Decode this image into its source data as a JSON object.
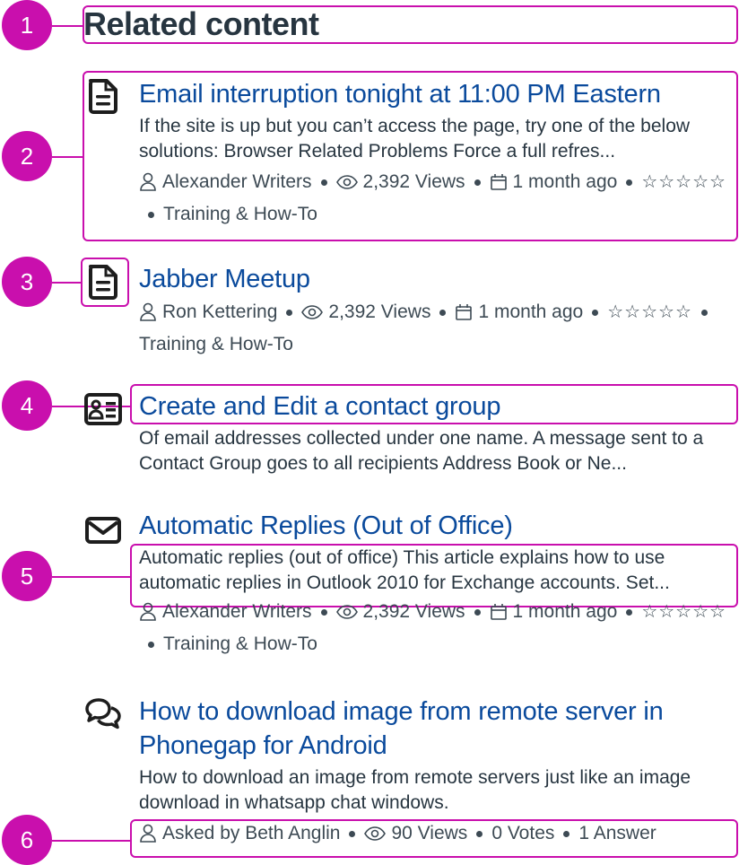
{
  "heading": "Related content",
  "callouts": [
    "1",
    "2",
    "3",
    "4",
    "5",
    "6"
  ],
  "colors": {
    "accent": "#c90fad",
    "link": "#0a4a9c",
    "text": "#273540"
  },
  "items": [
    {
      "type_icon": "document-icon",
      "title": "Email interruption tonight at 11:00 PM Eastern",
      "description": "If the site is up but you can’t access the page, try one of the below solutions: Browser Related Problems Force a full refres...",
      "author": "Alexander Writers",
      "views": "2,392 Views",
      "date": "1 month ago",
      "rating": "☆☆☆☆☆",
      "category": "Training & How-To"
    },
    {
      "type_icon": "document-icon",
      "title": "Jabber Meetup",
      "author": "Ron Kettering",
      "views": "2,392 Views",
      "date": "1 month ago",
      "rating": "☆☆☆☆☆",
      "category": "Training & How-To"
    },
    {
      "type_icon": "contact-card-icon",
      "title": "Create and Edit a contact group",
      "description": "Of email addresses collected under one name. A message sent to a Contact Group goes to all recipients Address Book or Ne..."
    },
    {
      "type_icon": "envelope-icon",
      "title": "Automatic Replies (Out of Office)",
      "description": "Automatic replies (out of office) This article explains how to use automatic replies in Outlook 2010 for Exchange accounts. Set...",
      "author": "Alexander Writers",
      "views": "2,392 Views",
      "date": "1 month ago",
      "rating": "☆☆☆☆☆",
      "category": "Training & How-To"
    },
    {
      "type_icon": "chat-bubbles-icon",
      "title": "How to download image from remote server in Phonegap for Android",
      "description": "How to download an image from remote servers just like an image download in whatsapp chat windows.",
      "author": "Asked by Beth Anglin",
      "views": "90 Views",
      "votes": "0 Votes",
      "answers": "1 Answer"
    }
  ]
}
